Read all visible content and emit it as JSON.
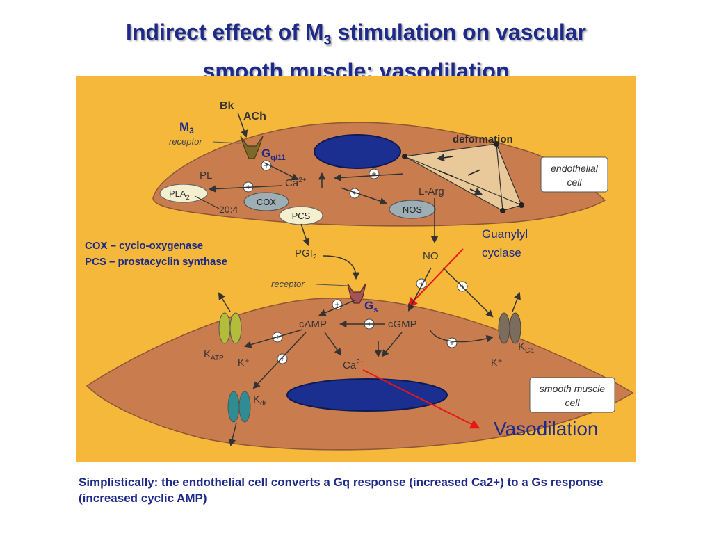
{
  "title": {
    "line1_part1": "Indirect effect of M",
    "line1_sub": "3",
    "line1_part2": " stimulation on vascular",
    "line2": "smooth muscle: vasodilation"
  },
  "colors": {
    "title": "#1e2a8a",
    "figure_bg": "#f5b83a",
    "cell": "#c97d4f",
    "nucleus": "#1a2f8f",
    "annotation_arrow": "#e8161b"
  },
  "endothelial": {
    "bk": "Bk",
    "ach": "ACh",
    "m3_main": "M",
    "m3_sub": "3",
    "receptor": "receptor",
    "gq_main": "G",
    "gq_sub": "q/11",
    "pl": "PL",
    "pla2_main": "PLA",
    "pla2_sub": "2",
    "ca_main": "Ca",
    "ca_sup": "2+",
    "arachidonate": "20:4",
    "cox": "COX",
    "pcs": "PCS",
    "nos": "NOS",
    "larg": "L-Arg",
    "deformation": "deformation",
    "cell_label_line1": "endothelial",
    "cell_label_line2": "cell"
  },
  "legend": {
    "cox": "COX – cyclo-oxygenase",
    "pcs": "PCS – prostacyclin synthase"
  },
  "mediators": {
    "pgi2_main": "PGI",
    "pgi2_sub": "2",
    "no": "NO",
    "receptor": "receptor",
    "guanylyl_line1": "Guanylyl",
    "guanylyl_line2": "cyclase"
  },
  "smooth_muscle": {
    "gs_main": "G",
    "gs_sub": "s",
    "camp": "cAMP",
    "cgmp": "cGMP",
    "ca_main": "Ca",
    "ca_sup": "2+",
    "katp_main": "K",
    "katp_sub": "ATP",
    "k_plus": "K⁺",
    "kdr_main": "K",
    "kdr_sub": "dr",
    "kca_main": "K",
    "kca_sub": "Ca",
    "k_plus_right": "K⁺",
    "cell_label_line1": "smooth muscle",
    "cell_label_line2": "cell"
  },
  "plus_sign": "+",
  "vasodilation": "Vasodilation",
  "footer": "Simplistically: the endothelial cell converts a Gq response (increased Ca2+) to a Gs response (increased cyclic AMP)"
}
